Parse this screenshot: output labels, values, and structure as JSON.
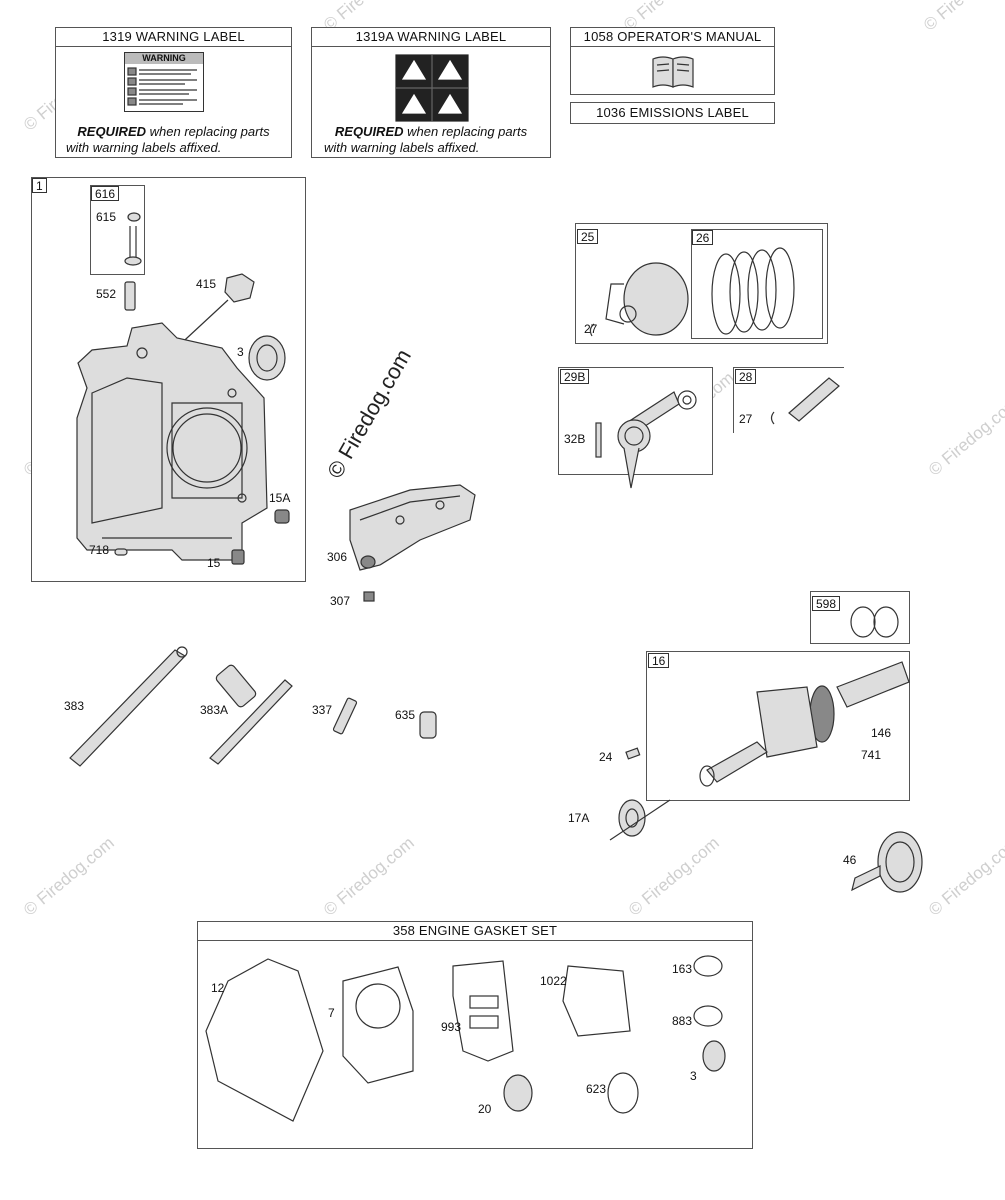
{
  "labels": {
    "warning_1319": {
      "title": "1319 WARNING LABEL",
      "required_bold": "REQUIRED",
      "required_line1_rest": " when replacing parts",
      "required_line2": "with warning labels affixed.",
      "sticker_heading": "WARNING"
    },
    "warning_1319a": {
      "title": "1319A WARNING LABEL",
      "required_bold": "REQUIRED",
      "required_line1_rest": " when replacing parts",
      "required_line2": "with warning labels affixed."
    },
    "operators_manual": {
      "title": "1058 OPERATOR'S MANUAL"
    },
    "emissions_label": {
      "title": "1036 EMISSIONS LABEL"
    }
  },
  "engine_block_group": {
    "ref": "1",
    "valve_subgroup_ref": "616",
    "parts": [
      "615",
      "552",
      "415",
      "3",
      "15A",
      "718",
      "15"
    ]
  },
  "piston_group": {
    "ref": "25",
    "ring_set_ref": "26",
    "clip": "27"
  },
  "connecting_rod_group": {
    "ref": "29B",
    "bolt": "32B"
  },
  "piston_pin_group": {
    "ref": "28",
    "clip": "27"
  },
  "center_parts": [
    "306",
    "307"
  ],
  "shaft_parts": [
    "383",
    "383A",
    "337",
    "635"
  ],
  "crankshaft_group": {
    "shim_ref": "598",
    "ref": "16",
    "parts": [
      "146",
      "741",
      "24",
      "17A"
    ]
  },
  "camshaft": "46",
  "gasket_set": {
    "title": "358 ENGINE GASKET SET",
    "parts": [
      "12",
      "7",
      "993",
      "1022",
      "163",
      "883",
      "3",
      "20",
      "623"
    ]
  },
  "copyright": "© Firedog.com",
  "watermark": "© Firedog.com"
}
